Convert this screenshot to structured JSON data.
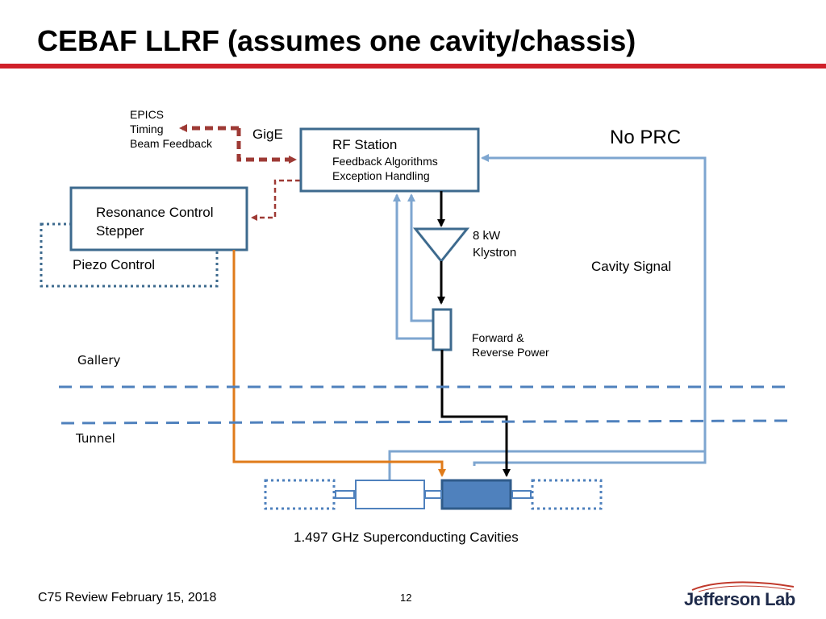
{
  "slide": {
    "title": "CEBAF LLRF (assumes one cavity/chassis)",
    "footer": "C75 Review February 15, 2018",
    "page_number": "12",
    "logo_text": "Jefferson Lab"
  },
  "diagram": {
    "epics_labels": [
      "EPICS",
      "Timing",
      "Beam Feedback"
    ],
    "gige_label": "GigE",
    "no_prc_label": "No PRC",
    "rf_station": {
      "title": "RF Station",
      "line1": "Feedback Algorithms",
      "line2": "Exception Handling"
    },
    "resonance_control": {
      "line1": "Resonance Control",
      "line2": "Stepper"
    },
    "piezo_control": "Piezo Control",
    "klystron": {
      "line1": "8 kW",
      "line2": "Klystron"
    },
    "cavity_signal": "Cavity Signal",
    "forward_reverse": {
      "line1": "Forward &",
      "line2": "Reverse Power"
    },
    "gallery_label": "Gallery",
    "tunnel_label": "Tunnel",
    "cavities_caption": "1.497 GHz Superconducting Cavities"
  },
  "colors": {
    "title_rule": "#d0202a",
    "box_border": "#3d6a8e",
    "signal_line": "#7ea6d0",
    "ethernet_dashed": "#9e3a35",
    "orange_line": "#e07b1a",
    "boundary_dashed": "#4f81bd",
    "cavity_fill": "#4f81bd"
  }
}
